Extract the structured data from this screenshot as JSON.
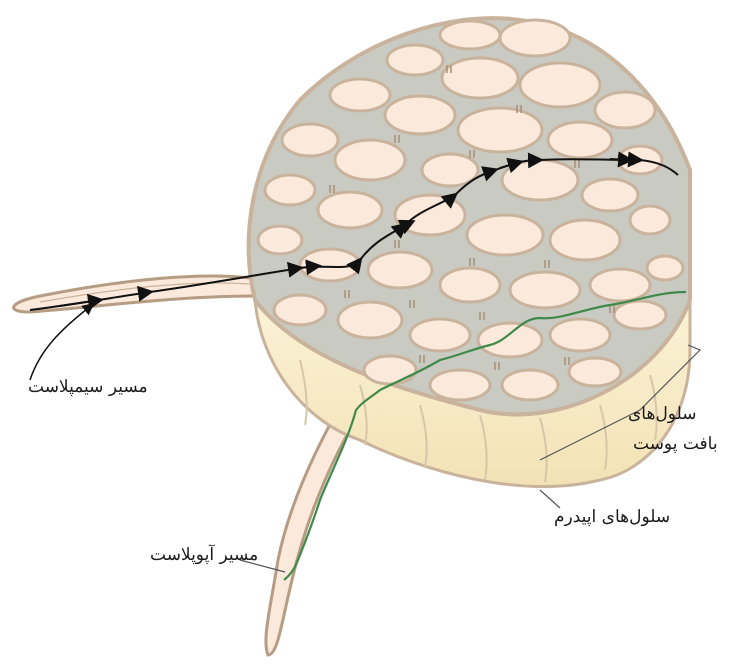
{
  "labels": {
    "symplast_path": "مسیر سیمپلاست",
    "apoplast_path": "مسیر آپوپلاست",
    "cortex_cells_line1": "سلول‌های",
    "cortex_cells_line2": "بافت پوست",
    "epidermis_cells": "سلول‌های اپیدرم"
  },
  "colors": {
    "cell_fill": "#fbe9dc",
    "cell_wall": "#c9b39c",
    "intercellular_space": "#c9cbc2",
    "epidermis_side": "#f7ecc9",
    "apoplast_line": "#3f8a4a",
    "symplast_line": "#111111"
  }
}
